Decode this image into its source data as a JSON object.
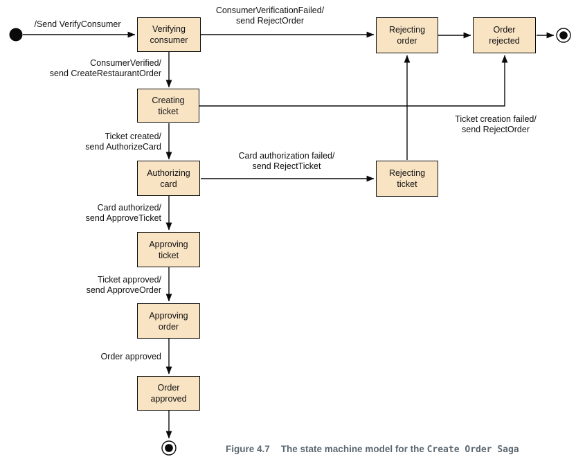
{
  "colors": {
    "state_fill": "#f8e3c3",
    "state_border": "#0a0a0a",
    "line": "#0a0a0a",
    "caption": "#5b6770",
    "background": "#ffffff"
  },
  "states": [
    {
      "id": "verifying-consumer",
      "label": "Verifying\nconsumer"
    },
    {
      "id": "rejecting-order",
      "label": "Rejecting\norder"
    },
    {
      "id": "order-rejected",
      "label": "Order\nrejected"
    },
    {
      "id": "creating-ticket",
      "label": "Creating\nticket"
    },
    {
      "id": "authorizing-card",
      "label": "Authorizing\ncard"
    },
    {
      "id": "rejecting-ticket",
      "label": "Rejecting\nticket"
    },
    {
      "id": "approving-ticket",
      "label": "Approving\nticket"
    },
    {
      "id": "approving-order",
      "label": "Approving\norder"
    },
    {
      "id": "order-approved",
      "label": "Order\napproved"
    }
  ],
  "transitions": [
    {
      "id": "initial-to-verifying",
      "label": "/Send VerifyConsumer"
    },
    {
      "id": "verification-failed",
      "label": "ConsumerVerificationFailed/\nsend RejectOrder"
    },
    {
      "id": "consumer-verified",
      "label": "ConsumerVerified/\nsend CreateRestaurantOrder"
    },
    {
      "id": "ticket-created",
      "label": "Ticket created/\nsend AuthorizeCard"
    },
    {
      "id": "card-authorization-failed",
      "label": "Card authorization failed/\nsend RejectTicket"
    },
    {
      "id": "ticket-creation-failed",
      "label": "Ticket creation failed/\nsend RejectOrder"
    },
    {
      "id": "card-authorized",
      "label": "Card authorized/\nsend ApproveTicket"
    },
    {
      "id": "ticket-approved",
      "label": "Ticket approved/\nsend ApproveOrder"
    },
    {
      "id": "order-approved-event",
      "label": "Order approved"
    }
  ],
  "caption": {
    "figure": "Figure 4.7",
    "text": "The state machine model for the ",
    "code": "Create Order Saga"
  }
}
